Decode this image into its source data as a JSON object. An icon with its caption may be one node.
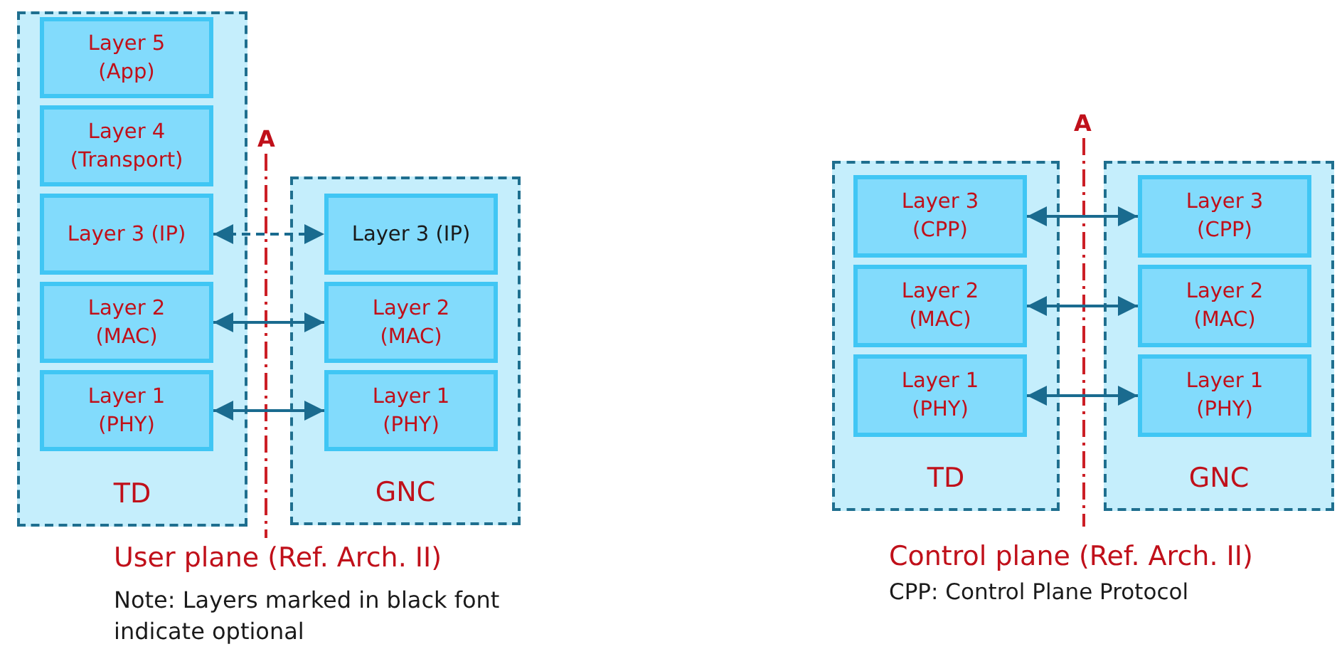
{
  "diagram": {
    "nodes": [
      {
        "text": [
          "TD"
        ]
      },
      {
        "text": [
          "Layer 5 (App)"
        ],
        "in": 0
      },
      {
        "text": [
          "Layer 4 (Transport)"
        ],
        "in": 0
      },
      {
        "text": [
          "Layer 3 (IP)"
        ],
        "in": 0
      },
      {
        "text": [
          "Layer 2 (MAC)"
        ],
        "in": 0
      },
      {
        "text": [
          "Layer 1 (PHY)"
        ],
        "in": 0
      },
      {
        "text": [
          "GNC"
        ]
      },
      {
        "text": [
          "Layer 3 (IP)"
        ],
        "in": 6
      },
      {
        "text": [
          "Layer 2 (MAC)"
        ],
        "in": 6
      },
      {
        "text": [
          "Layer 1 (PHY)"
        ],
        "in": 6
      },
      {
        "text": [
          "TD"
        ]
      },
      {
        "text": [
          "Layer 3 (CPP)"
        ],
        "in": 10
      },
      {
        "text": [
          "Layer 2 (MAC)"
        ],
        "in": 10
      },
      {
        "text": [
          "Layer 1 (PHY)"
        ],
        "in": 10
      },
      {
        "text": [
          "GNC"
        ]
      },
      {
        "text": [
          "Layer 3 (CPP)"
        ],
        "in": 14
      },
      {
        "text": [
          "Layer 2 (MAC)"
        ],
        "in": 14
      },
      {
        "text": [
          "Layer 1 (PHY)"
        ],
        "in": 14
      }
    ],
    "edges": [
      {
        "from": 3,
        "to": 7,
        "arrow": "both",
        "style": "dashed"
      },
      {
        "from": 4,
        "to": 8,
        "arrow": "both"
      },
      {
        "from": 5,
        "to": 9,
        "arrow": "both"
      },
      {
        "from": 11,
        "to": 15,
        "arrow": "both"
      },
      {
        "from": 12,
        "to": 16,
        "arrow": "both"
      },
      {
        "from": 13,
        "to": 17,
        "arrow": "both"
      }
    ],
    "labels": [
      "A",
      "User plane (Ref. Arch. II)",
      "Note: Layers marked in black font indicate optional",
      "A",
      "Control plane (Ref. Arch. II)",
      "CPP: Control Plane Protocol"
    ]
  }
}
